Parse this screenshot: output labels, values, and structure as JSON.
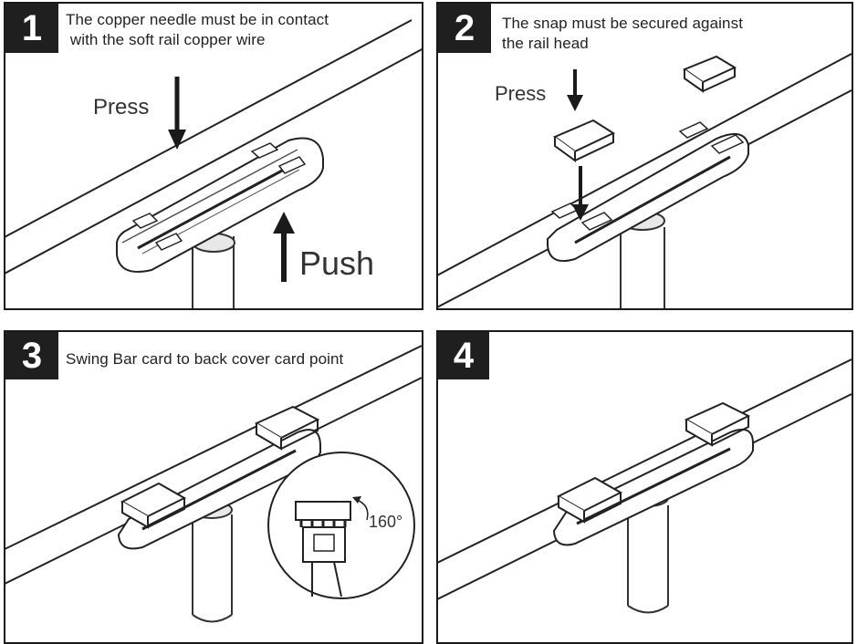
{
  "panels": [
    {
      "number": "1",
      "caption_line1": "The copper needle must be in contact",
      "caption_line2": " with the soft rail copper wire",
      "labels": {
        "press": "Press",
        "push": "Push"
      }
    },
    {
      "number": "2",
      "caption_line1": "The snap must be secured against",
      "caption_line2": "the rail head",
      "labels": {
        "press": "Press"
      }
    },
    {
      "number": "3",
      "caption_line1": "Swing Bar card to back cover card point",
      "labels": {
        "angle": "160°"
      }
    },
    {
      "number": "4"
    }
  ]
}
